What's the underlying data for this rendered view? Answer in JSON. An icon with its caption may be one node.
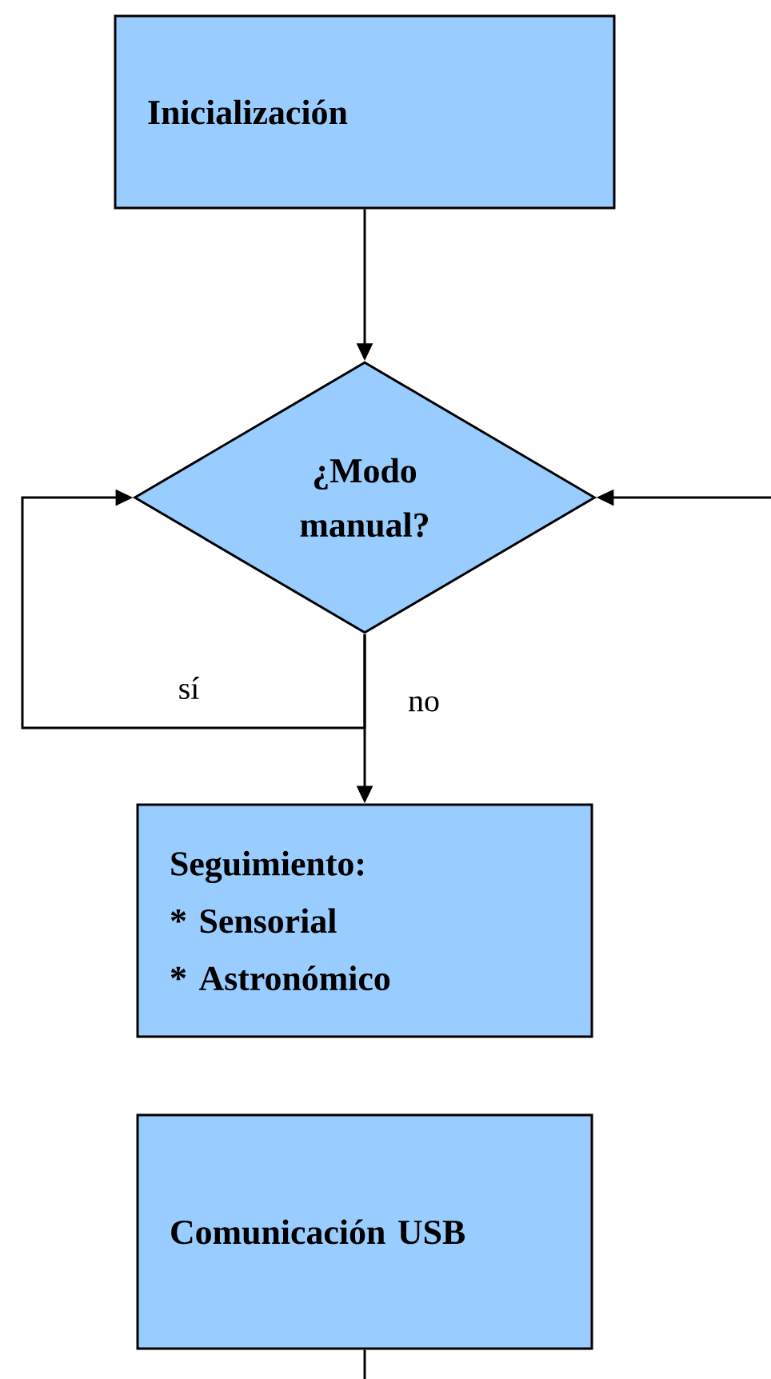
{
  "diagram": {
    "nodes": [
      {
        "text": [
          "Inicialización"
        ]
      },
      {
        "text": [
          "¿Modo manual?"
        ]
      },
      {
        "text": [
          "Seguimiento:",
          "* Sensorial",
          "* Astronómico"
        ]
      },
      {
        "text": [
          "Comunicación USB"
        ]
      }
    ],
    "edges": [
      {
        "from": 0,
        "to": 1,
        "arrow": "to"
      },
      {
        "from": 1,
        "to": 2,
        "arrow": "to",
        "label": "no"
      },
      {
        "from": 1,
        "to": 1,
        "arrow": "to",
        "label": "sí"
      },
      {
        "from": null,
        "to": 1,
        "arrow": "to"
      },
      {
        "from": 3,
        "to": null,
        "arrow": "none"
      }
    ]
  }
}
